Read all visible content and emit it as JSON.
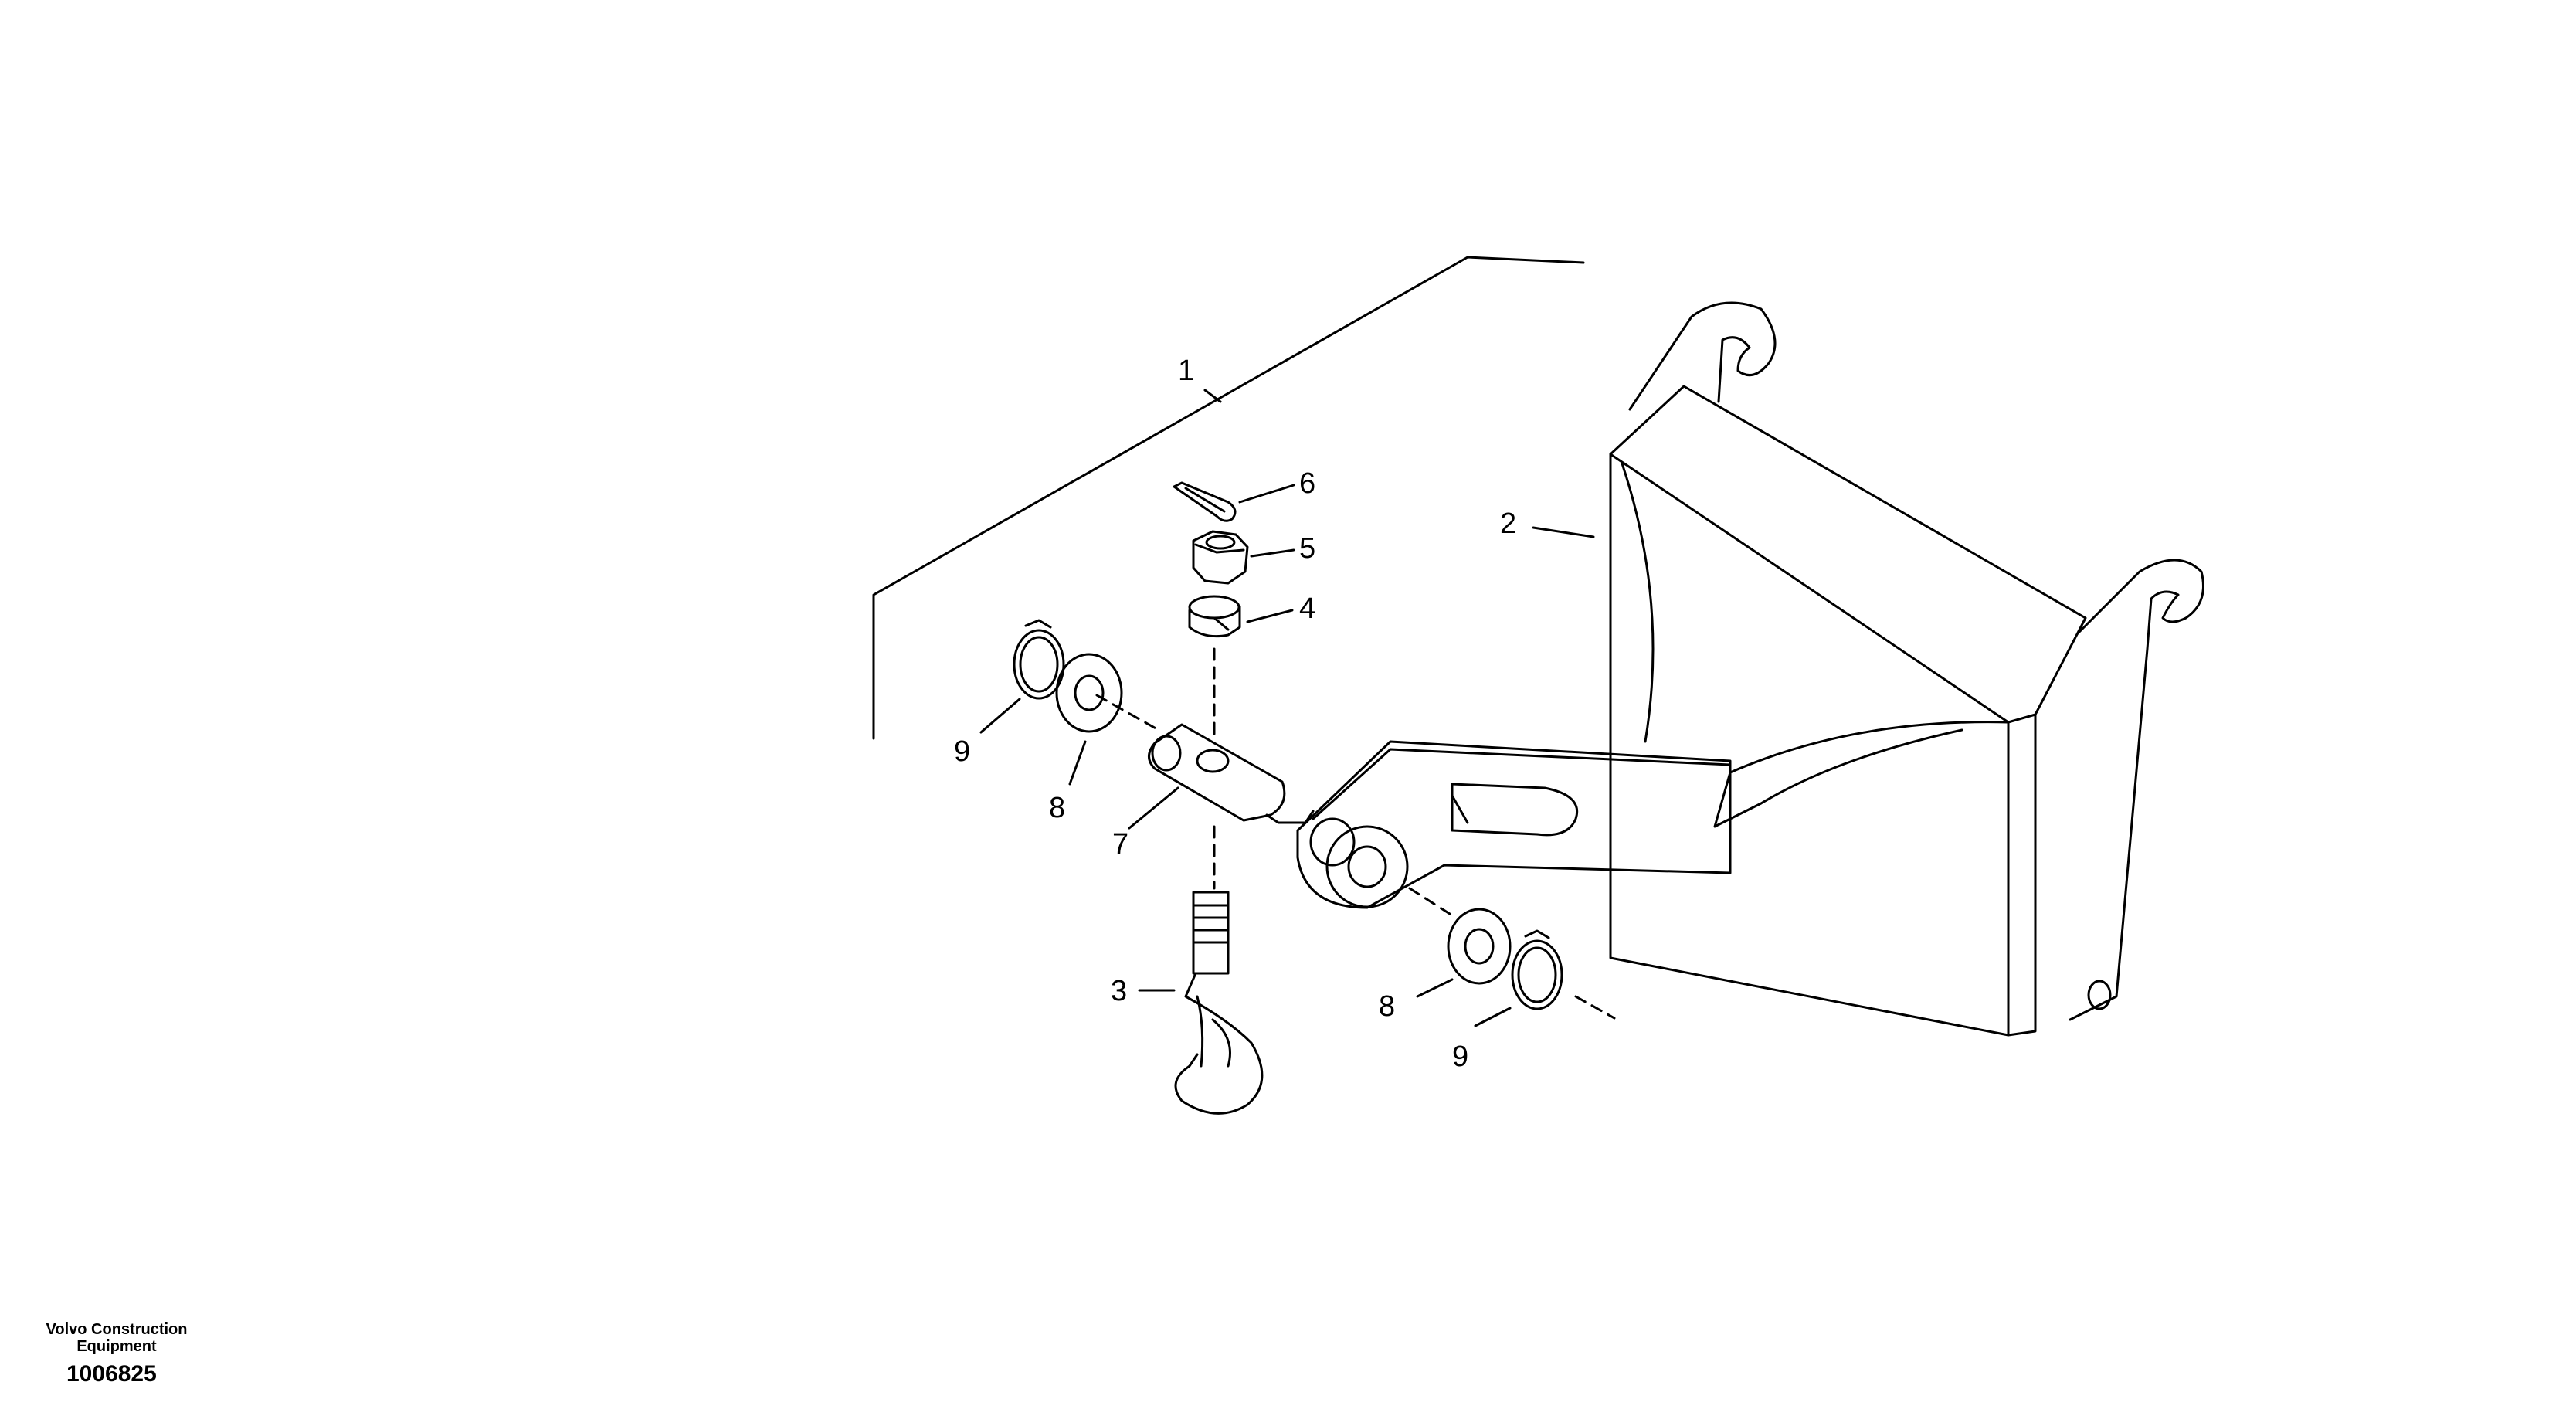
{
  "callouts": {
    "c1": "1",
    "c2": "2",
    "c3": "3",
    "c4": "4",
    "c5": "5",
    "c6": "6",
    "c7": "7",
    "c8a": "8",
    "c8b": "8",
    "c9a": "9",
    "c9b": "9"
  },
  "footer": {
    "brand_line1": "Volvo Construction",
    "brand_line2": "Equipment",
    "drawing_number": "1006825"
  }
}
